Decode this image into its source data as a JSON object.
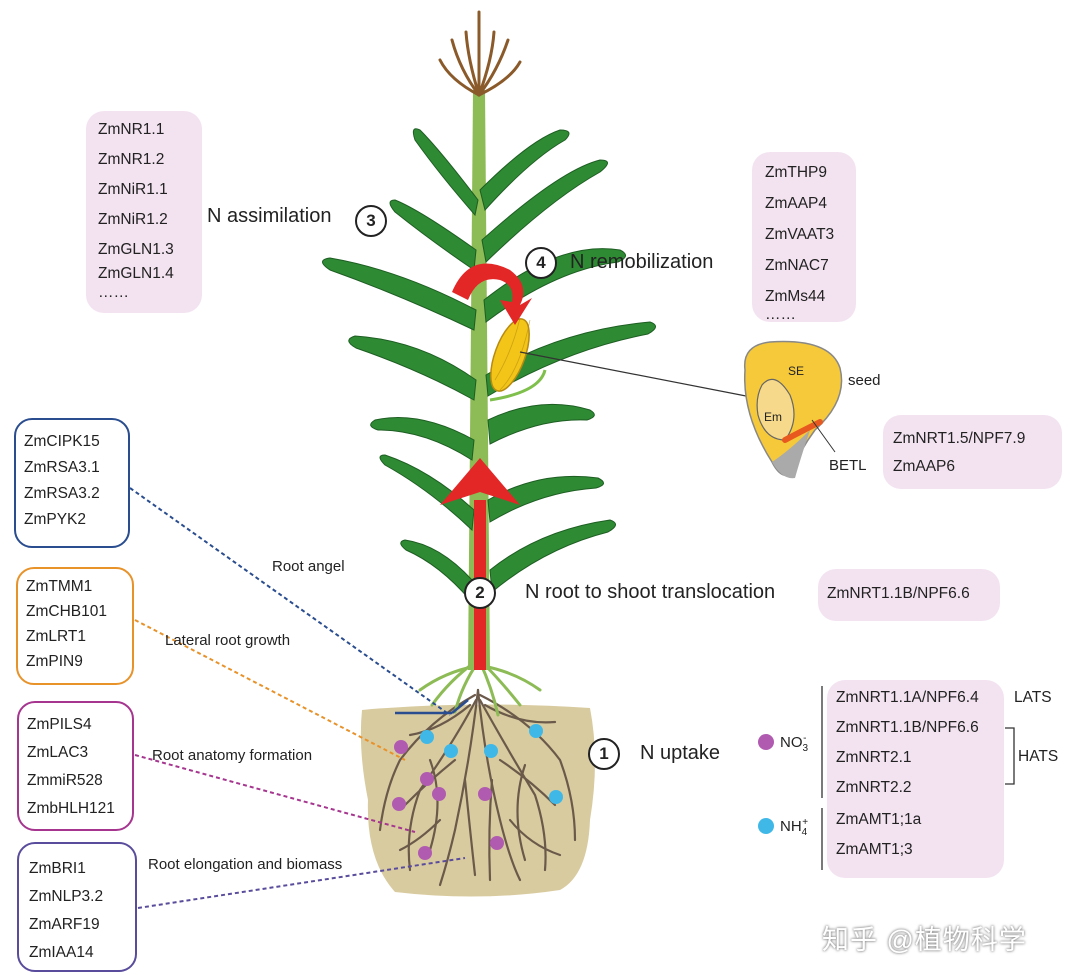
{
  "assimilation": {
    "step": "3",
    "label": "N assimilation",
    "genes": [
      "ZmNR1.1",
      "ZmNR1.2",
      "ZmNiR1.1",
      "ZmNiR1.2",
      "ZmGLN1.3",
      "ZmGLN1.4",
      "……"
    ]
  },
  "remobilization": {
    "step": "4",
    "label": "N remobilization",
    "genes": [
      "ZmTHP9",
      "ZmAAP4",
      "ZmVAAT3",
      "ZmNAC7",
      "ZmMs44",
      "……"
    ]
  },
  "seed": {
    "label": "seed",
    "se": "SE",
    "em": "Em",
    "betl": "BETL",
    "genes": [
      "ZmNRT1.5/NPF7.9",
      "ZmAAP6"
    ]
  },
  "translocation": {
    "step": "2",
    "label": "N root to shoot translocation",
    "genes": [
      "ZmNRT1.1B/NPF6.6"
    ]
  },
  "uptake": {
    "step": "1",
    "label": "N uptake",
    "nitrate": "NO3-",
    "ammonium": "NH4+",
    "nitrate_genes": [
      "ZmNRT1.1A/NPF6.4",
      "ZmNRT1.1B/NPF6.6",
      "ZmNRT2.1",
      "ZmNRT2.2"
    ],
    "ammonium_genes": [
      "ZmAMT1;1a",
      "ZmAMT1;3"
    ],
    "lats": "LATS",
    "hats": "HATS"
  },
  "root_traits": [
    {
      "label": "Root angel",
      "genes": [
        "ZmCIPK15",
        "ZmRSA3.1",
        "ZmRSA3.2",
        "ZmPYK2"
      ],
      "color": "#2a4d8f"
    },
    {
      "label": "Lateral root growth",
      "genes": [
        "ZmTMM1",
        "ZmCHB101",
        "ZmLRT1",
        "ZmPIN9"
      ],
      "color": "#e8922a"
    },
    {
      "label": "Root anatomy formation",
      "genes": [
        "ZmPILS4",
        "ZmLAC3",
        "ZmmiR528",
        "ZmbHLH121"
      ],
      "color": "#a6358f"
    },
    {
      "label": "Root elongation and biomass",
      "genes": [
        "ZmBRI1",
        "ZmNLP3.2",
        "ZmARF19",
        "ZmIAA14"
      ],
      "color": "#5a4c9c"
    }
  ],
  "watermark": "知乎 @植物科学",
  "colors": {
    "pink_box": "#f3e3f1",
    "leaf": "#2f8a34",
    "arrow": "#e32626",
    "soil": "#d9cba0",
    "nitrate_dot": "#b05bb0",
    "ammonium_dot": "#3fb8e8"
  }
}
